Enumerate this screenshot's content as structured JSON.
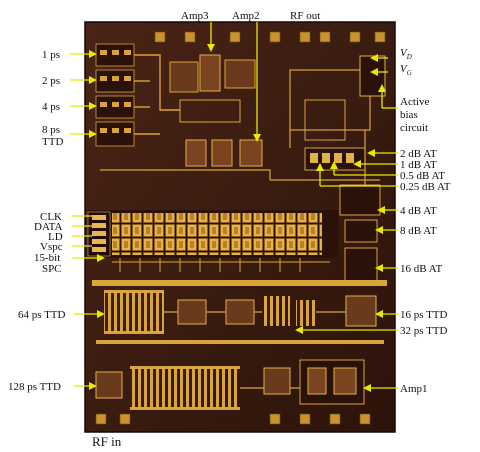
{
  "title_labels": {
    "amp3": "Amp3",
    "amp2": "Amp2",
    "rf_out": "RF out",
    "rf_in": "RF in"
  },
  "supply_labels": {
    "vd": "V",
    "vd_sub": "D",
    "vg": "V",
    "vg_sub": "G"
  },
  "left_labels": {
    "ttd_1ps": "1 ps",
    "ttd_2ps": "2 ps",
    "ttd_4ps": "4 ps",
    "ttd_8ps": "8 ps",
    "ttd_8ps_b": "TTD",
    "clk": "CLK",
    "data": "DATA",
    "ld": "LD",
    "vspc": "Vspc",
    "spc_bits": "15-bit",
    "spc": "SPC",
    "ttd_64": "64 ps TTD",
    "ttd_128": "128 ps TTD"
  },
  "right_labels": {
    "active1": "Active",
    "active2": "bias",
    "active3": "circuit",
    "at_2db": "2 dB AT",
    "at_1db": "1 dB AT",
    "at_05db": "0.5 dB AT",
    "at_025db": "0.25 dB AT",
    "at_4db": "4 dB AT",
    "at_8db": "8 dB AT",
    "at_16db": "16 dB AT",
    "ttd_16": "16 ps TTD",
    "ttd_32": "32 ps TTD",
    "amp1": "Amp1"
  },
  "colors": {
    "die": "#3a1d12",
    "die_dark": "#1f0c07",
    "trace": "#d9a43a",
    "gold": "#e0b04a",
    "arrow": "#e8e800"
  }
}
